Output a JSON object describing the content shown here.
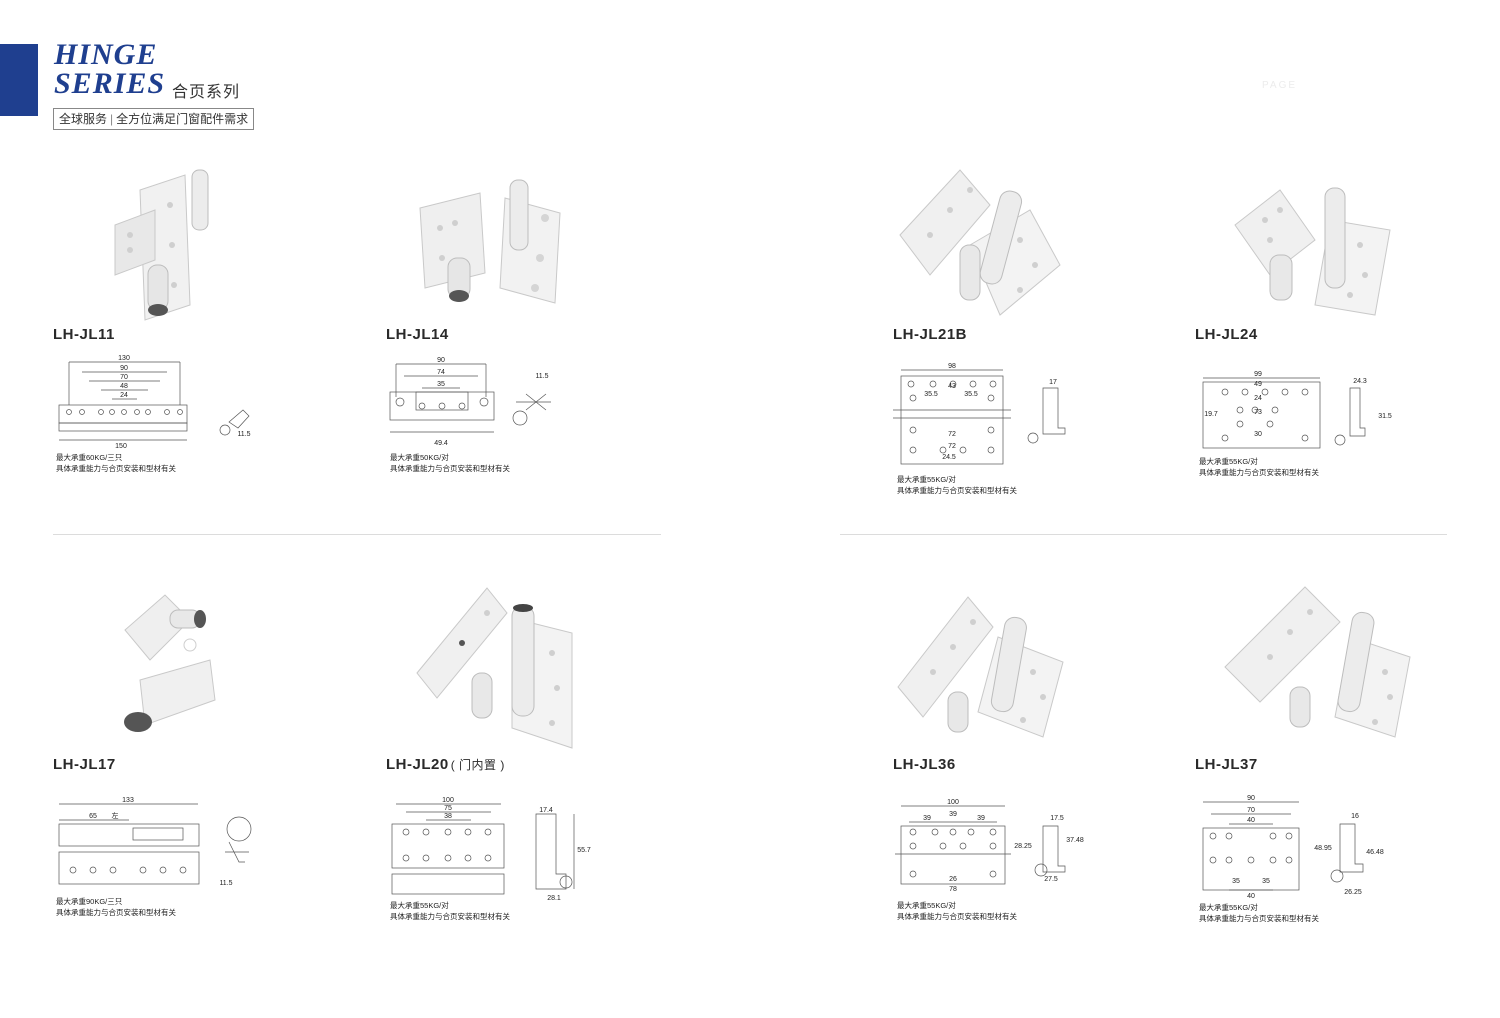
{
  "header": {
    "title_line1": "HINGE",
    "title_line2": "SERIES",
    "title_cn": "合页系列",
    "tagline_part1": "全球服务",
    "tagline_part2": "全方位满足门窗配件需求",
    "watermark": "PAGE"
  },
  "colors": {
    "accent": "#1f3f8f",
    "divider": "#dcdcdc"
  },
  "products": [
    {
      "model": "LH-JL11",
      "dims": [
        "130",
        "90",
        "70",
        "48",
        "24",
        "150",
        "11.5"
      ],
      "note1": "最大承重60KG/三只",
      "note2": "具体承重能力与合页安装和型材有关"
    },
    {
      "model": "LH-JL14",
      "dims": [
        "90",
        "74",
        "35",
        "49.4",
        "11.5"
      ],
      "note1": "最大承重50KG/对",
      "note2": "具体承重能力与合页安装和型材有关"
    },
    {
      "model": "LH-JL21B",
      "dims": [
        "98",
        "43",
        "35.5",
        "35.5",
        "72",
        "72",
        "24.5",
        "17"
      ],
      "note1": "最大承重55KG/对",
      "note2": "具体承重能力与合页安装和型材有关"
    },
    {
      "model": "LH-JL24",
      "dims": [
        "99",
        "49",
        "24",
        "73",
        "30",
        "19.7",
        "24.3",
        "31.5"
      ],
      "note1": "最大承重55KG/对",
      "note2": "具体承重能力与合页安装和型材有关"
    },
    {
      "model": "LH-JL17",
      "dims": [
        "133",
        "65",
        "左",
        "11.5"
      ],
      "note1": "最大承重90KG/三只",
      "note2": "具体承重能力与合页安装和型材有关"
    },
    {
      "model": "LH-JL20",
      "model_sub": "( 门内置 )",
      "dims": [
        "100",
        "75",
        "38",
        "17.4",
        "55.7",
        "28.1"
      ],
      "note1": "最大承重55KG/对",
      "note2": "具体承重能力与合页安装和型材有关"
    },
    {
      "model": "LH-JL36",
      "dims": [
        "100",
        "39",
        "39",
        "39",
        "26",
        "78",
        "17.5",
        "28.25",
        "37.48",
        "27.5"
      ],
      "note1": "最大承重55KG/对",
      "note2": "具体承重能力与合页安装和型材有关"
    },
    {
      "model": "LH-JL37",
      "dims": [
        "90",
        "70",
        "40",
        "35",
        "35",
        "40",
        "16",
        "48.95",
        "46.48",
        "26.25"
      ],
      "note1": "最大承重55KG/对",
      "note2": "具体承重能力与合页安装和型材有关"
    }
  ]
}
